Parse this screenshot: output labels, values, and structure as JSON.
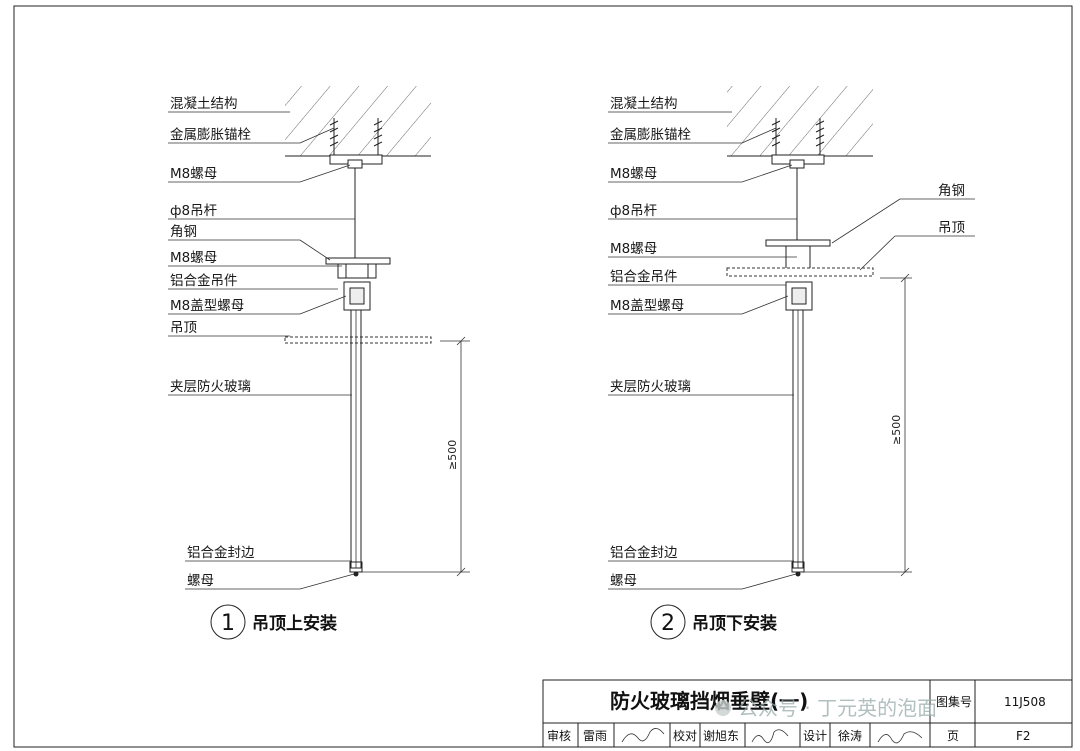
{
  "detail1": {
    "number": "1",
    "caption": "吊顶上安装",
    "labels": {
      "concrete": "混凝土结构",
      "anchor": "金属膨胀锚栓",
      "nut_top": "M8螺母",
      "rod": "ф8吊杆",
      "angle": "角钢",
      "nut_mid": "M8螺母",
      "hanger": "铝合金吊件",
      "cap_nut": "M8盖型螺母",
      "ceiling": "吊顶",
      "glass": "夹层防火玻璃",
      "edge": "铝合金封边",
      "nut_bottom": "螺母"
    },
    "dimension": "≥500"
  },
  "detail2": {
    "number": "2",
    "caption": "吊顶下安装",
    "labels": {
      "concrete": "混凝土结构",
      "anchor": "金属膨胀锚栓",
      "nut_top": "M8螺母",
      "rod": "ф8吊杆",
      "angle": "角钢",
      "ceiling": "吊顶",
      "nut_mid": "M8螺母",
      "hanger": "铝合金吊件",
      "cap_nut": "M8盖型螺母",
      "glass": "夹层防火玻璃",
      "edge": "铝合金封边",
      "nut_bottom": "螺母"
    },
    "dimension": "≥500"
  },
  "title_block": {
    "title": "防火玻璃挡烟垂壁(一)",
    "atlas_label": "图集号",
    "atlas_no": "11J508",
    "review_label": "审核",
    "reviewer": "雷雨",
    "check_label": "校对",
    "checker": "谢旭东",
    "design_label": "设计",
    "designer": "徐涛",
    "page_label": "页",
    "page_no": "F2"
  },
  "watermark": "公众号 · 丁元英的泡面"
}
